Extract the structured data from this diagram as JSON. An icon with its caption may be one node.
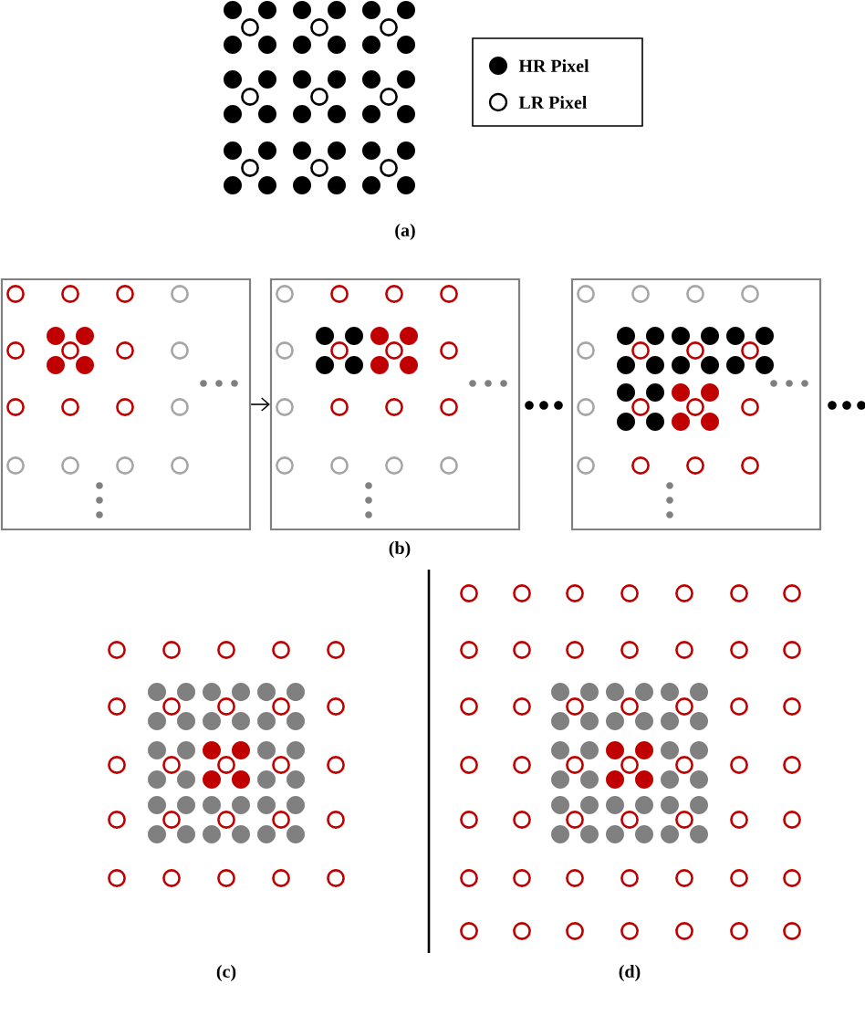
{
  "diagram": {
    "nodes": [
      {
        "text": [],
        "shape": "box"
      },
      {
        "text": [],
        "shape": "box"
      },
      {
        "text": [],
        "shape": "box"
      }
    ],
    "edges": [
      {
        "from": 0,
        "to": 1,
        "arrow": "to"
      }
    ],
    "labels": [
      "(a)",
      "(b)",
      "(c)",
      "(d)"
    ],
    "legend": [
      {
        "text": "HR Pixel"
      },
      {
        "text": "LR Pixel"
      }
    ]
  }
}
